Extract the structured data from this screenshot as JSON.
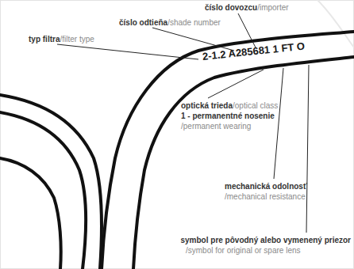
{
  "diagram": {
    "labels": [
      "typ filtra",
      "/filter type",
      "číslo odtieňa",
      "/shade number",
      "číslo dovozcu",
      "/importer",
      "2-1.2 A285681 1 FT O",
      "optická trieda",
      "/optical class",
      "1 - permanentné nosenie",
      "/permanent wearing",
      "mechanická odolnosť",
      "/mechanical resistance",
      "symbol pre pôvodný alebo vymenený priezor",
      "/symbol for original or spare lens"
    ]
  }
}
